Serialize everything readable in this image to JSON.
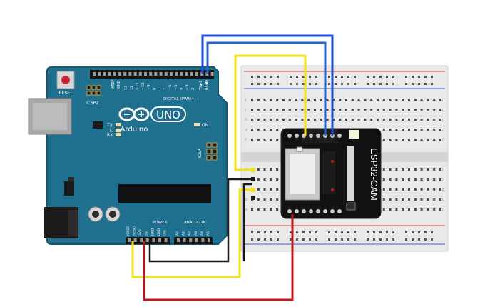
{
  "arduino": {
    "reset_label": "RESET",
    "icsp2_label": "ICSP2",
    "icsp_label": "ICSP",
    "brand": "Arduino",
    "model": "UNO",
    "tx_label": "TX",
    "rx_label": "RX",
    "l_label": "L",
    "on_label": "ON",
    "digital_label": "DIGITAL (PWM~)",
    "power_label": "POWER",
    "analog_label": "ANALOG IN",
    "aref_label": "AREF",
    "gnd_label": "GND",
    "txd_label": "TX▶1",
    "rxd_label": "RX◀0",
    "power_pins": [
      "IOREF",
      "RESET",
      "3V3",
      "5V",
      "GND",
      "GND",
      "VIN"
    ],
    "analog_pins": [
      "A0",
      "A1",
      "A2",
      "A3",
      "A4",
      "A5"
    ],
    "digital_pins_high": [
      "13",
      "12",
      "~11",
      "~10",
      "~9",
      "8"
    ],
    "digital_pins_low": [
      "7",
      "~6",
      "~5",
      "4",
      "~3",
      "2"
    ]
  },
  "breadboard": {
    "row_letters_top": [
      "j",
      "i",
      "h",
      "g",
      "f"
    ],
    "row_letters_bottom": [
      "e",
      "d",
      "c",
      "b",
      "a"
    ]
  },
  "esp32": {
    "label": "ESP32-CAM"
  },
  "wires": {
    "tx_color": "#1f4fd6",
    "rx_color": "#2463c9",
    "io0_color": "#f2e318",
    "gnd_color": "#1a1a1a",
    "vcc_color": "#c0181c"
  },
  "colors": {
    "board": "#1f6f8f",
    "board_edge": "#16576f",
    "module": "#121212",
    "breadboard": "#e9e9e9"
  }
}
